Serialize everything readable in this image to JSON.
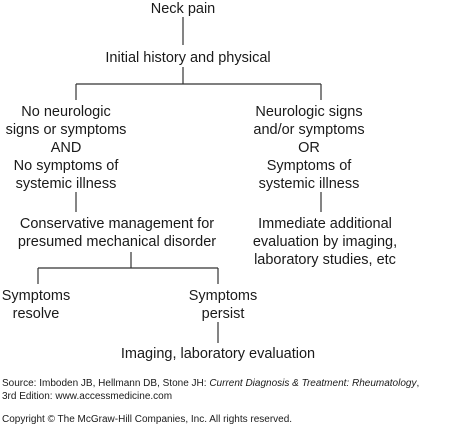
{
  "nodes": {
    "root": [
      "Neck pain"
    ],
    "history": [
      "Initial history and physical"
    ],
    "left_branch": [
      "No neurologic",
      "signs or symptoms",
      "AND",
      "No symptoms of",
      "systemic illness"
    ],
    "right_branch": [
      "Neurologic signs",
      "and/or symptoms",
      "OR",
      "Symptoms of",
      "systemic illness"
    ],
    "conservative": [
      "Conservative management for",
      "presumed mechanical disorder"
    ],
    "immediate": [
      "Immediate additional",
      "evaluation by imaging,",
      "laboratory studies, etc"
    ],
    "resolve": [
      "Symptoms",
      "resolve"
    ],
    "persist": [
      "Symptoms",
      "persist"
    ],
    "imaging": [
      "Imaging, laboratory evaluation"
    ]
  },
  "footer": {
    "source_prefix": "Source: Imboden JB, Hellmann DB, Stone JH: ",
    "source_title": "Current Diagnosis & Treatment: Rheumatology",
    "source_suffix": ",",
    "source_line2": "3rd Edition: www.accessmedicine.com",
    "copyright": "Copyright © The McGraw-Hill Companies, Inc. All rights reserved."
  }
}
